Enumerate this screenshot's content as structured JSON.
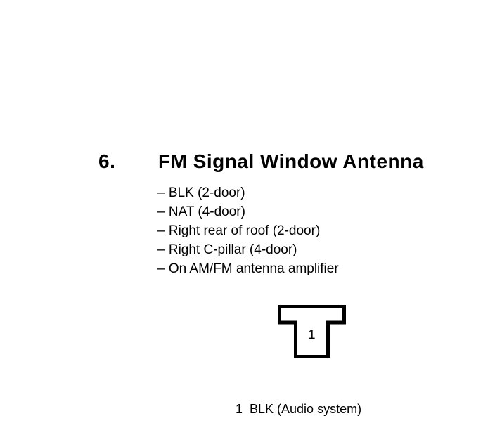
{
  "page": {
    "item_number": "6.",
    "title": "FM Signal Window Antenna",
    "details": [
      "– BLK (2-door)",
      "– NAT (4-door)",
      "– Right rear of roof (2-door)",
      "– Right C-pillar (4-door)",
      "– On AM/FM antenna amplifier"
    ],
    "connector": {
      "pin_label": "1"
    },
    "caption": "1  BLK (Audio system)"
  }
}
